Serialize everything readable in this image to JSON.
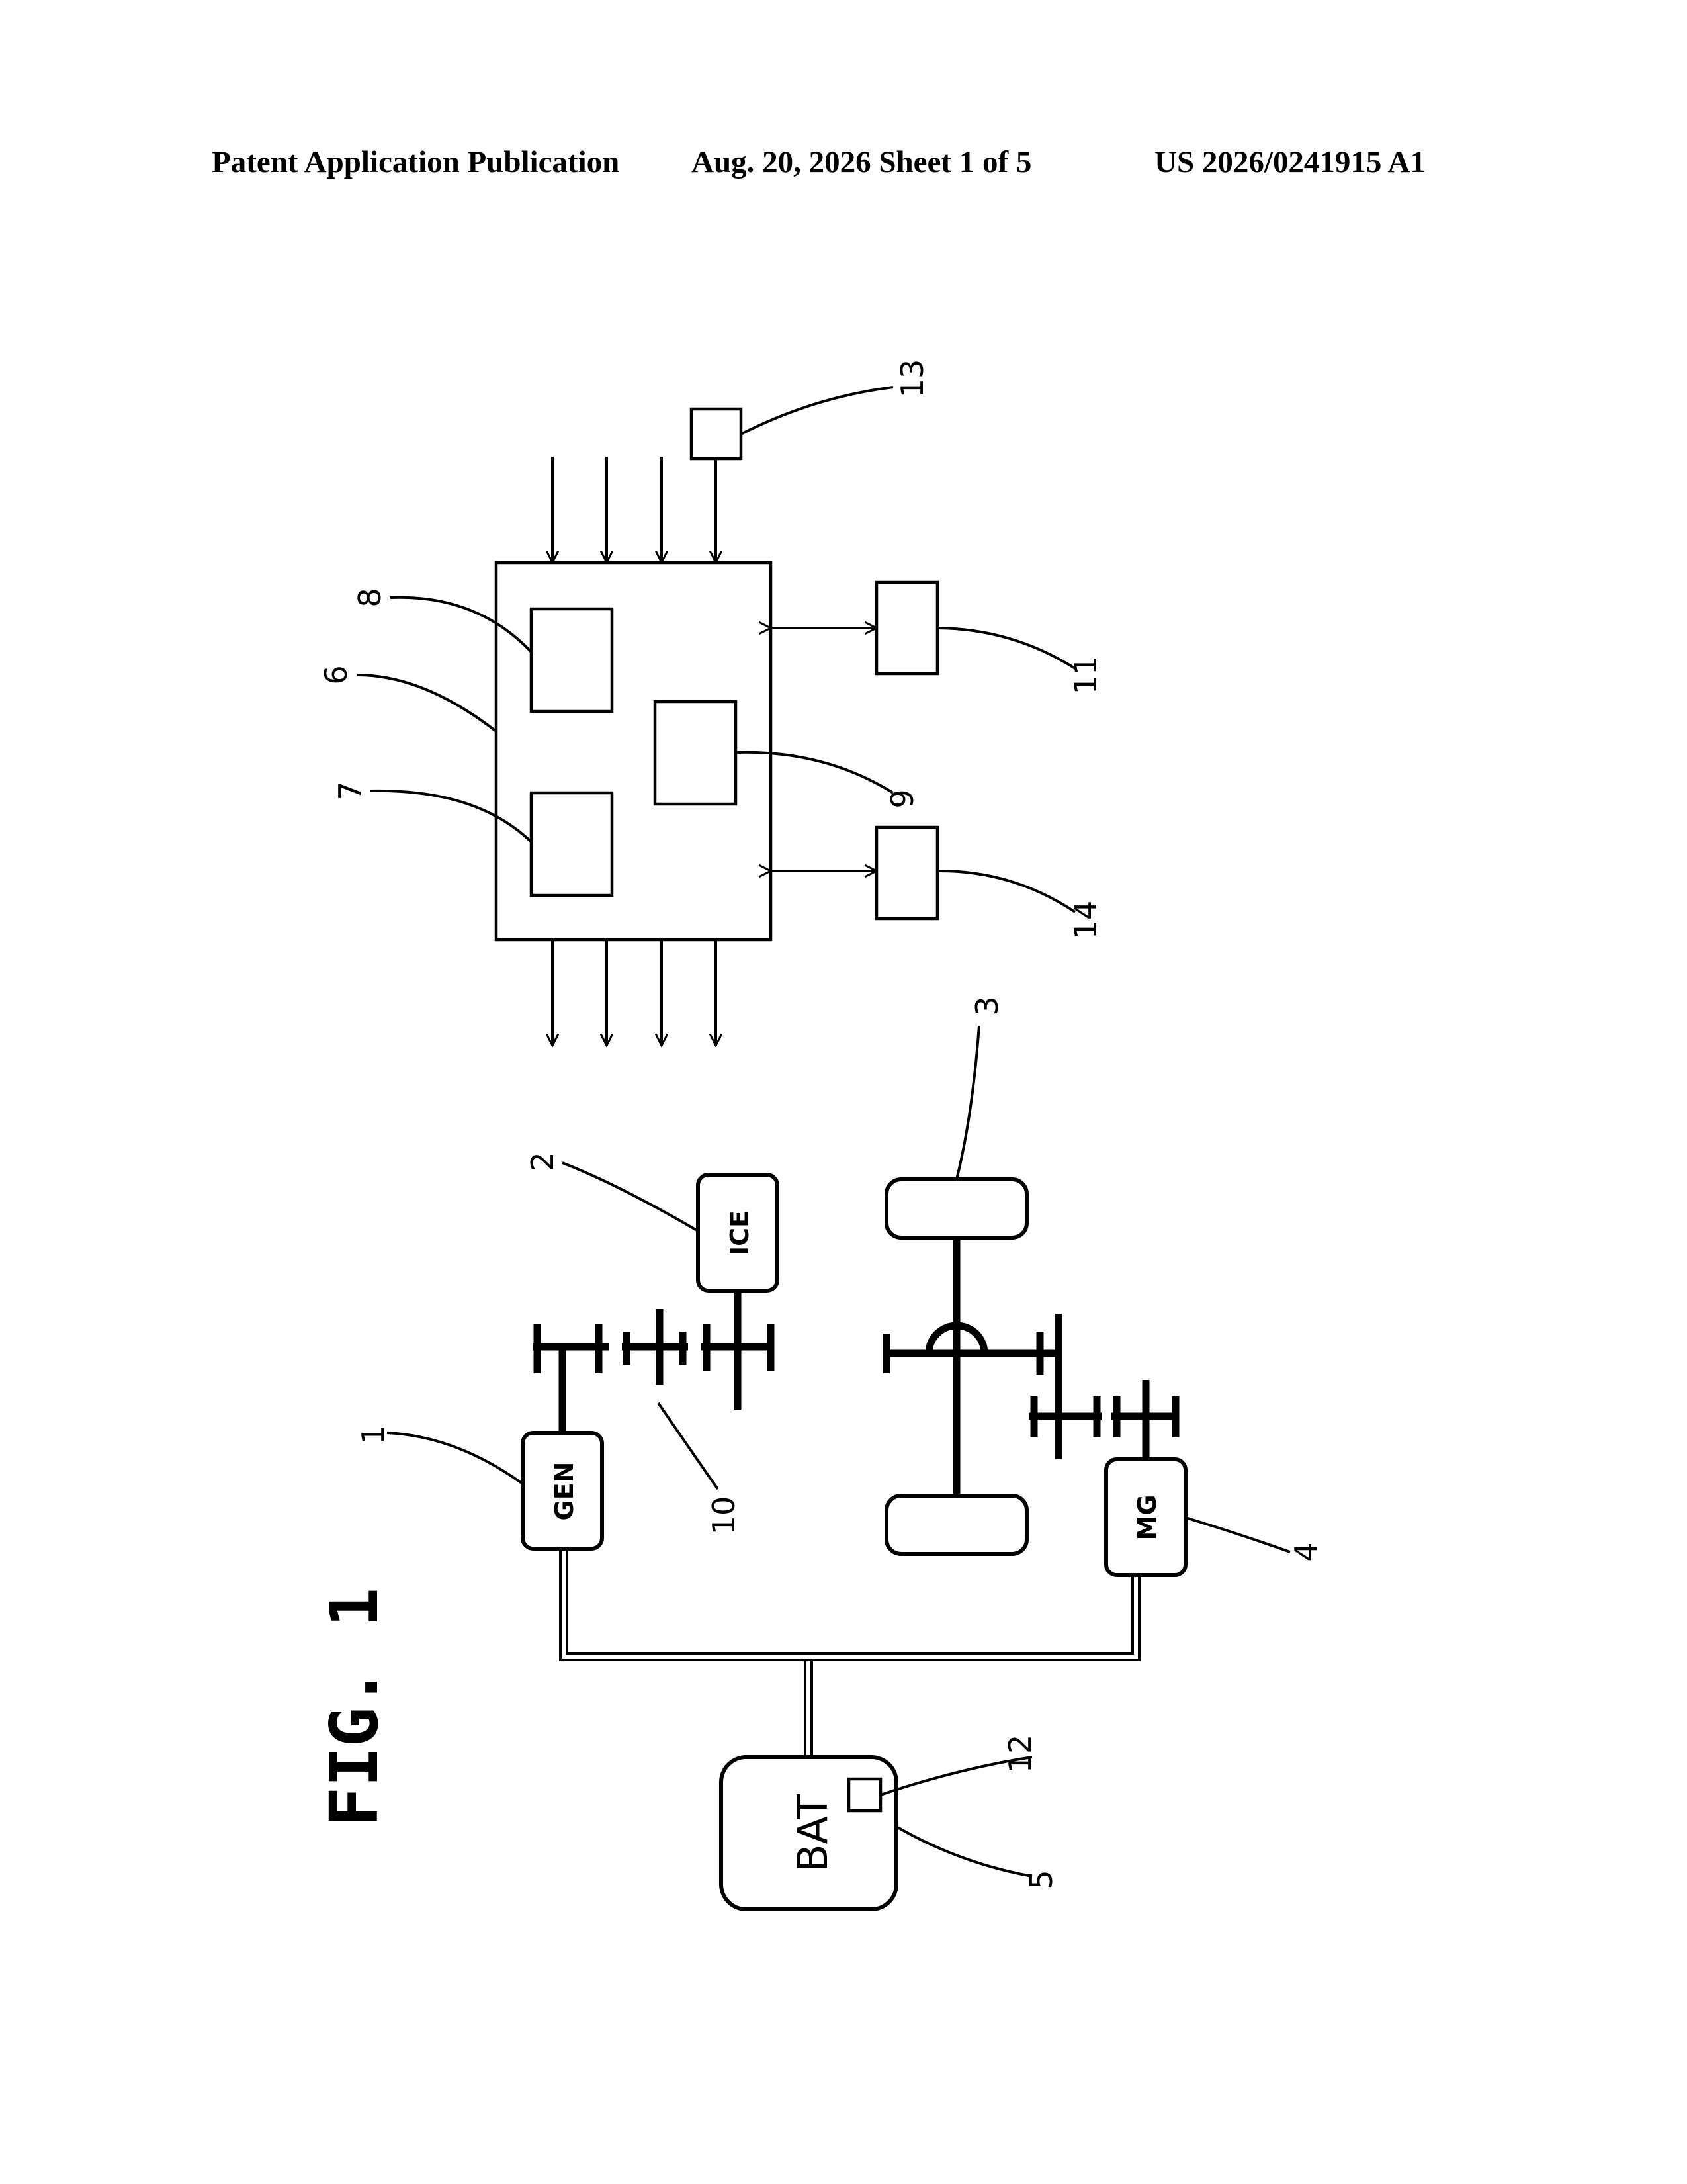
{
  "header": {
    "publication": "Patent Application Publication",
    "date_sheet": "Aug. 20, 2026  Sheet 1 of 5",
    "number": "US 2026/0241915 A1"
  },
  "figure": {
    "title": "FIG. 1",
    "components": {
      "generator": "GEN",
      "engine": "ICE",
      "motor_generator": "MG",
      "battery": "BAT"
    },
    "refs": {
      "r1": "1",
      "r2": "2",
      "r3": "3",
      "r4": "4",
      "r5": "5",
      "r6": "6",
      "r7": "7",
      "r8": "8",
      "r9": "9",
      "r10": "10",
      "r11": "11",
      "r12": "12",
      "r13": "13",
      "r14": "14"
    }
  }
}
